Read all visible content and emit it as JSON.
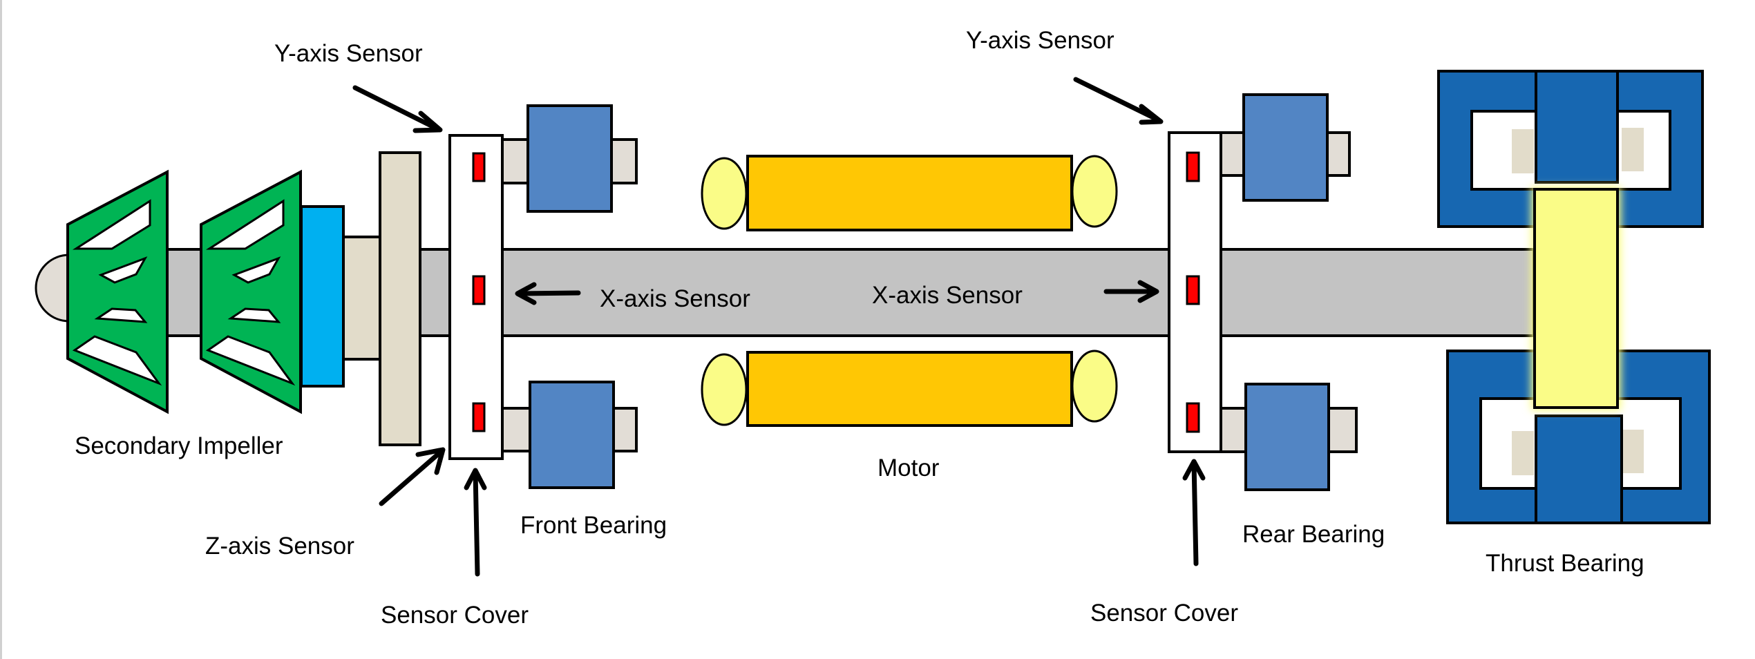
{
  "title": "Magnetic bearing rotor assembly diagram",
  "colors": {
    "impeller": "#00b454",
    "impeller_hub": "#00b0f0",
    "shaft": "#c3c3c3",
    "tan": "#e2dcca",
    "tan_light": "#e2ddd6",
    "sensor_cover": "#ffffff",
    "sensor": "#ff0000",
    "radial_bearing": "#5285c4",
    "motor_core": "#ffc704",
    "motor_winding": "#fafc87",
    "thrust_bearing": "#1767b1",
    "thrust_collar": "#fafc87"
  },
  "labels": {
    "secondary_impeller": "Secondary Impeller",
    "y_axis_sensor_front": "Y-axis Sensor",
    "z_axis_sensor": "Z-axis Sensor",
    "sensor_cover_front": "Sensor Cover",
    "front_bearing": "Front Bearing",
    "x_axis_sensor_front": "X-axis Sensor",
    "x_axis_sensor_rear": "X-axis Sensor",
    "motor": "Motor",
    "y_axis_sensor_rear": "Y-axis Sensor",
    "sensor_cover_rear": "Sensor Cover",
    "rear_bearing": "Rear Bearing",
    "thrust_bearing": "Thrust Bearing"
  },
  "icons": {
    "arrow": "arrow-icon",
    "sensor": "sensor-icon"
  }
}
